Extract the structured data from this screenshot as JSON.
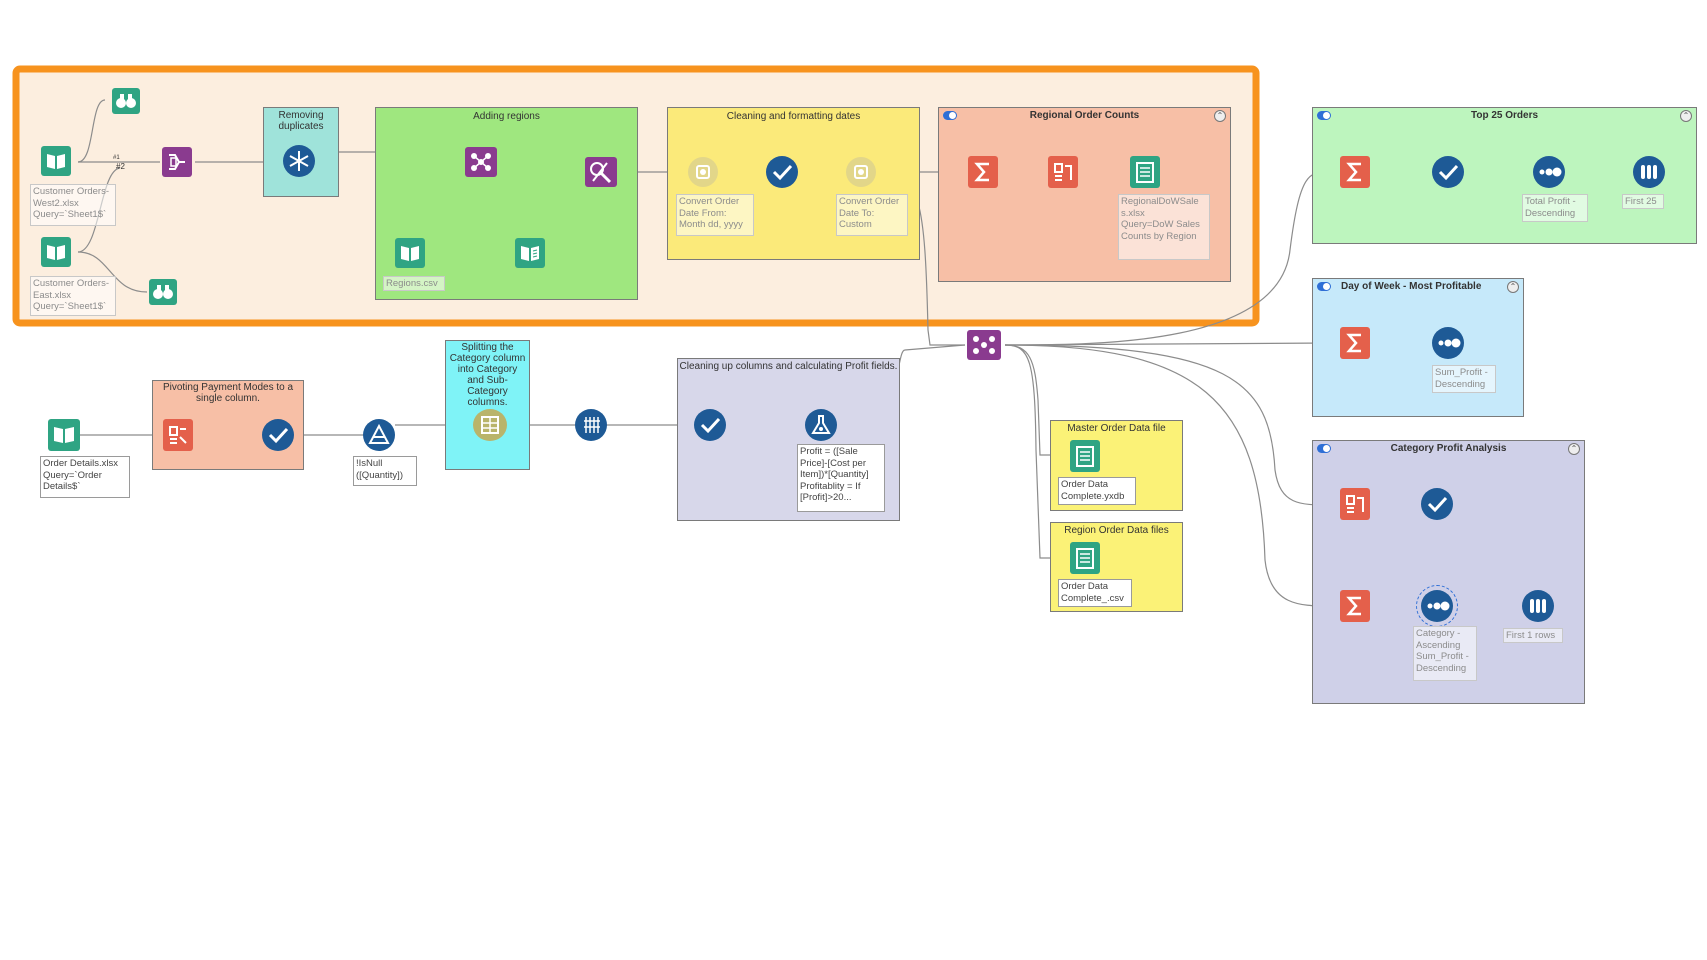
{
  "colors": {
    "highlight_border": "#F7931E",
    "highlight_fill": "#FCEEDF",
    "input_green": "#2FA483",
    "summarize_red": "#E4604B",
    "select_blue": "#1E5A96",
    "join_purple": "#8A3B8F",
    "sort_blue": "#1E5A96"
  },
  "containers": {
    "removing_duplicates": {
      "title": "Removing duplicates"
    },
    "adding_regions": {
      "title": "Adding regions"
    },
    "cleaning_dates": {
      "title": "Cleaning and formatting dates"
    },
    "regional_order_counts": {
      "title": "Regional Order Counts"
    },
    "top_25_orders": {
      "title": "Top 25 Orders"
    },
    "day_of_week": {
      "title": "Day of Week - Most Profitable"
    },
    "category_profit": {
      "title": "Category Profit Analysis"
    },
    "pivoting": {
      "title": "Pivoting Payment Modes to a single column."
    },
    "splitting": {
      "title": "Splitting the Category column into Category and Sub-Category columns."
    },
    "cleaning_columns": {
      "title": "Cleaning up columns and calculating Profit fields."
    },
    "master_order": {
      "title": "Master Order Data file"
    },
    "region_order": {
      "title": "Region Order Data files"
    }
  },
  "annotations": {
    "customer_west": "Customer Orders-\nWest2.xlsx\nQuery=`Sheet1$`",
    "customer_east": "Customer Orders-\nEast.xlsx\nQuery=`Sheet1$`",
    "regions": "Regions.csv",
    "convert_from": "Convert Order\nDate From:\nMonth dd, yyyy",
    "convert_to": "Convert Order\nDate To:\nCustom",
    "regional_output": "RegionalDoWSale\ns.xlsx\nQuery=DoW Sales\nCounts by Region",
    "total_profit": "Total Profit -\nDescending",
    "first_25": "First 25",
    "sum_profit": "Sum_Profit -\nDescending",
    "category_sort": "Category -\nAscending\nSum_Profit -\nDescending",
    "first_1": "First 1 rows",
    "order_details": "Order Details.xlsx\nQuery=`Order\nDetails$`",
    "filter_expr": "!IsNull\n([Quantity])",
    "formula_expr": "Profit = ([Sale\nPrice]-[Cost per\nItem])*[Quantity]\nProfitablity = If\n[Profit]>20...",
    "master_output": "Order Data\nComplete.yxdb",
    "region_output": "Order Data\nComplete_.csv"
  },
  "labels": {
    "union_hash": "#2",
    "union_hash1": "#1"
  }
}
